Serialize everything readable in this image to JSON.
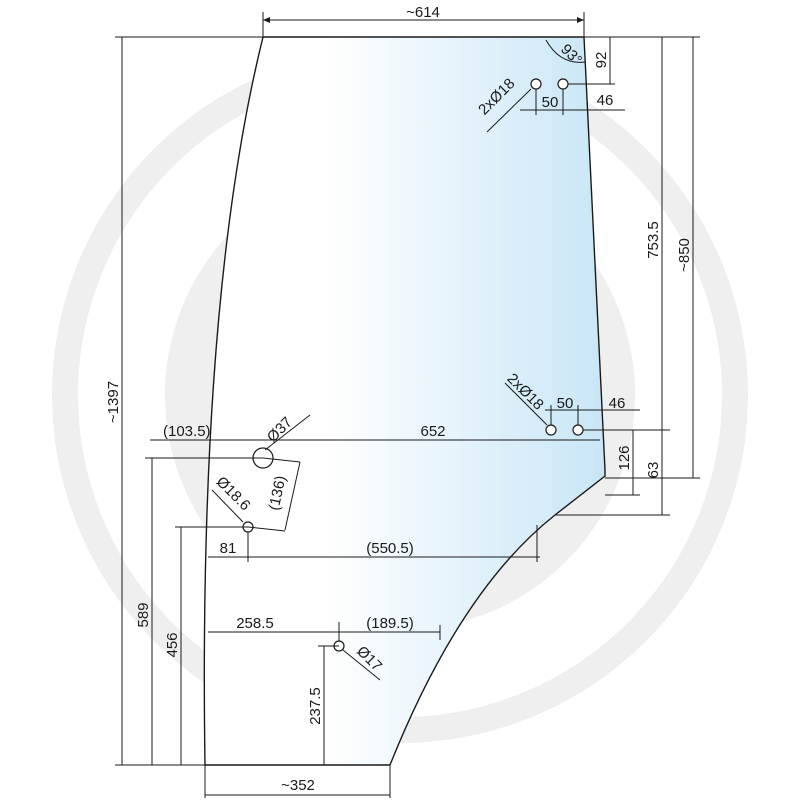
{
  "colors": {
    "glass_light": "#ffffff",
    "glass_tint": "#c9e6f6",
    "outline": "#1a1a1a",
    "watermark": "#eeeeee"
  },
  "icons": {
    "watermark": "logo-watermark-icon"
  },
  "dimensions": {
    "top_width": "~614",
    "bottom_width": "~352",
    "total_height": "~1397",
    "right_height": "~850",
    "right_height_2": "753.5",
    "top_offset": "92",
    "angle": "93°",
    "top_holes": "2xØ18",
    "top_hole_spacing": "50",
    "top_hole_edge": "46",
    "mid_holes": "2xØ18",
    "mid_hole_spacing": "50",
    "mid_hole_edge": "46",
    "step_126": "126",
    "step_63": "63",
    "left_offset": "(103.5)",
    "hole_37": "Ø37",
    "width_652": "652",
    "dist_136": "(136)",
    "hole_186": "Ø18.6",
    "dist_81": "81",
    "dist_5505": "(550.5)",
    "height_589": "589",
    "height_456": "456",
    "dist_2585": "258.5",
    "dist_1895": "(189.5)",
    "hole_17": "Ø17",
    "height_2375": "237.5"
  }
}
